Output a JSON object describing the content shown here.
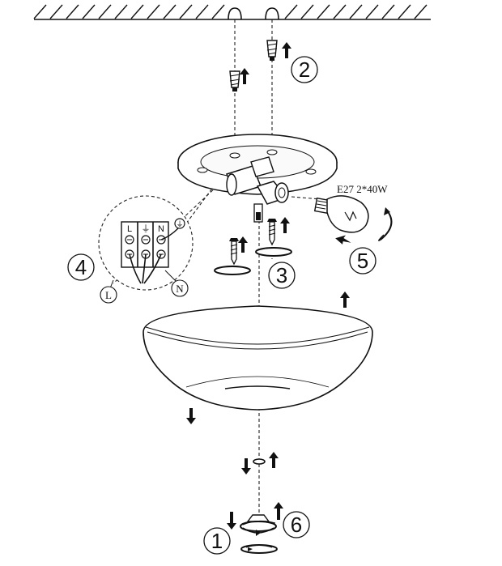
{
  "steps": {
    "s1": "1",
    "s2": "2",
    "s3": "3",
    "s4": "4",
    "s5": "5",
    "s6": "6"
  },
  "bulb_spec": "E27  2*40W",
  "terminal": {
    "live": "L",
    "neutral": "N",
    "earth_symbol": "⏚"
  },
  "wire_labels": {
    "live": "L",
    "neutral": "N"
  },
  "icons": [
    "ceiling-hatch-icon",
    "wall-plug-icon",
    "screw-icon",
    "lamp-holder-icon",
    "light-bulb-icon",
    "rotate-arrow-icon",
    "up-arrow-icon",
    "down-arrow-icon",
    "earth-icon"
  ]
}
